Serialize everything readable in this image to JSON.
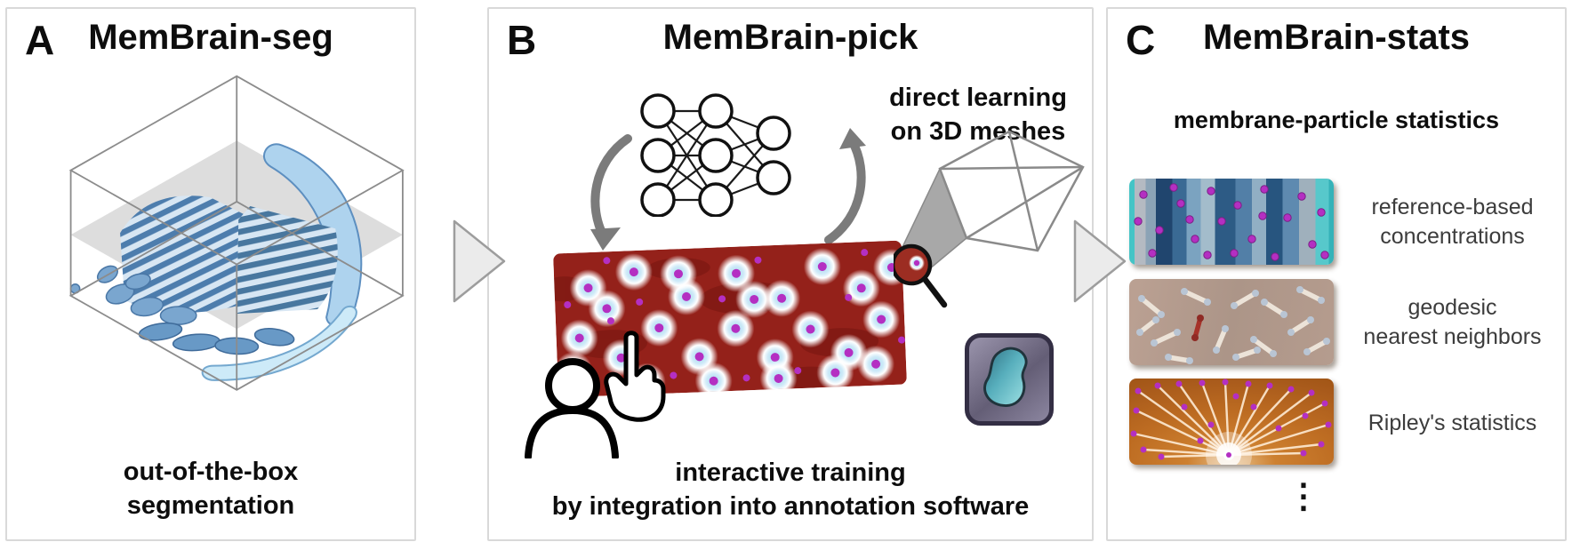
{
  "figure": {
    "panels": {
      "a": {
        "label": "A",
        "title": "MemBrain-seg",
        "caption": [
          "out-of-the-box",
          "segmentation"
        ]
      },
      "b": {
        "label": "B",
        "title": "MemBrain-pick",
        "mesh_note": [
          "direct learning",
          "on 3D meshes"
        ],
        "caption": [
          "interactive training",
          "by integration into annotation software"
        ]
      },
      "c": {
        "label": "C",
        "title": "MemBrain-stats",
        "subtitle": "membrane-particle statistics",
        "stats": [
          {
            "lines": [
              "reference-based",
              "concentrations"
            ]
          },
          {
            "lines": [
              "geodesic",
              "nearest neighbors"
            ]
          },
          {
            "lines": [
              "Ripley's statistics"
            ]
          }
        ],
        "more_glyph": "⋮"
      }
    },
    "colors": {
      "panel_border": "#d9d9d9",
      "flow_arrow": "#ebebeb",
      "flow_arrow_stroke": "#9d9d9d",
      "heatmap_red": "#94211a",
      "particle_magenta": "#b42fc2",
      "halo_blue": "#a5d8f0",
      "segmentation_blue": "#6f9ecb",
      "membrane_teal": "#45c4c6",
      "geodesic_tan": "#b29286",
      "ripley_orange": "#bd6c22",
      "icon_purple": "#6e6880",
      "icon_teal": "#57aebc"
    }
  }
}
